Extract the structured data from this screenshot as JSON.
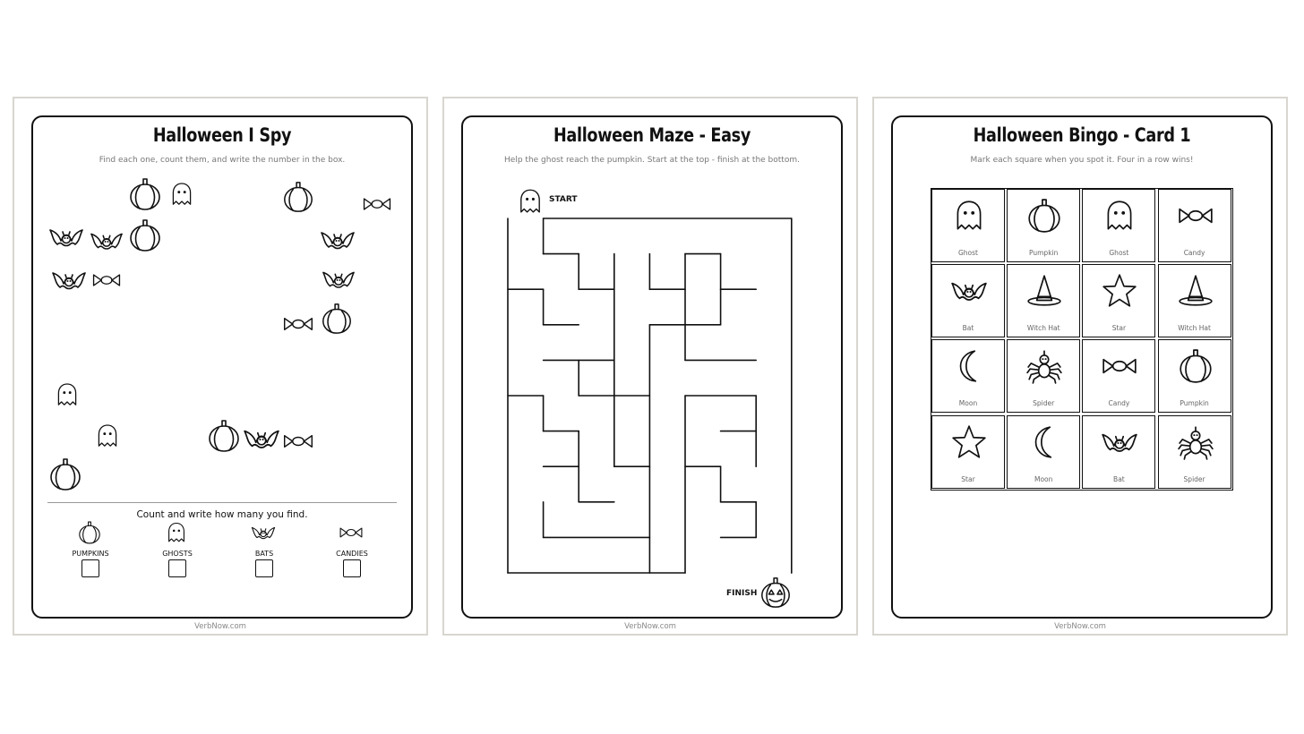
{
  "site": "VerbNow.com",
  "ispy": {
    "title": "Halloween I Spy",
    "subtitle": "Find each one, count them, and write the number in the box.",
    "count_title": "Count and write how many you find.",
    "count_items": [
      {
        "label": "PUMPKINS",
        "icon": "pumpkin-icon"
      },
      {
        "label": "GHOSTS",
        "icon": "ghost-icon"
      },
      {
        "label": "BATS",
        "icon": "bat-icon"
      },
      {
        "label": "CANDIES",
        "icon": "candy-icon"
      }
    ]
  },
  "maze": {
    "title": "Halloween Maze - Easy",
    "subtitle": "Help the ghost reach the pumpkin. Start at the top - finish at the bottom.",
    "start_label": "START",
    "finish_label": "FINISH"
  },
  "bingo": {
    "title": "Halloween Bingo - Card 1",
    "subtitle": "Mark each square when you spot it. Four in a row wins!",
    "cells": [
      {
        "label": "Ghost",
        "icon": "ghost-icon"
      },
      {
        "label": "Pumpkin",
        "icon": "pumpkin-icon"
      },
      {
        "label": "Ghost",
        "icon": "ghost-icon"
      },
      {
        "label": "Candy",
        "icon": "candy-icon"
      },
      {
        "label": "Bat",
        "icon": "bat-icon"
      },
      {
        "label": "Witch Hat",
        "icon": "witch-hat-icon"
      },
      {
        "label": "Star",
        "icon": "star-icon"
      },
      {
        "label": "Witch Hat",
        "icon": "witch-hat-icon"
      },
      {
        "label": "Moon",
        "icon": "moon-icon"
      },
      {
        "label": "Spider",
        "icon": "spider-icon"
      },
      {
        "label": "Candy",
        "icon": "candy-icon"
      },
      {
        "label": "Pumpkin",
        "icon": "pumpkin-icon"
      },
      {
        "label": "Star",
        "icon": "star-icon"
      },
      {
        "label": "Moon",
        "icon": "moon-icon"
      },
      {
        "label": "Bat",
        "icon": "bat-icon"
      },
      {
        "label": "Spider",
        "icon": "spider-icon"
      }
    ]
  }
}
